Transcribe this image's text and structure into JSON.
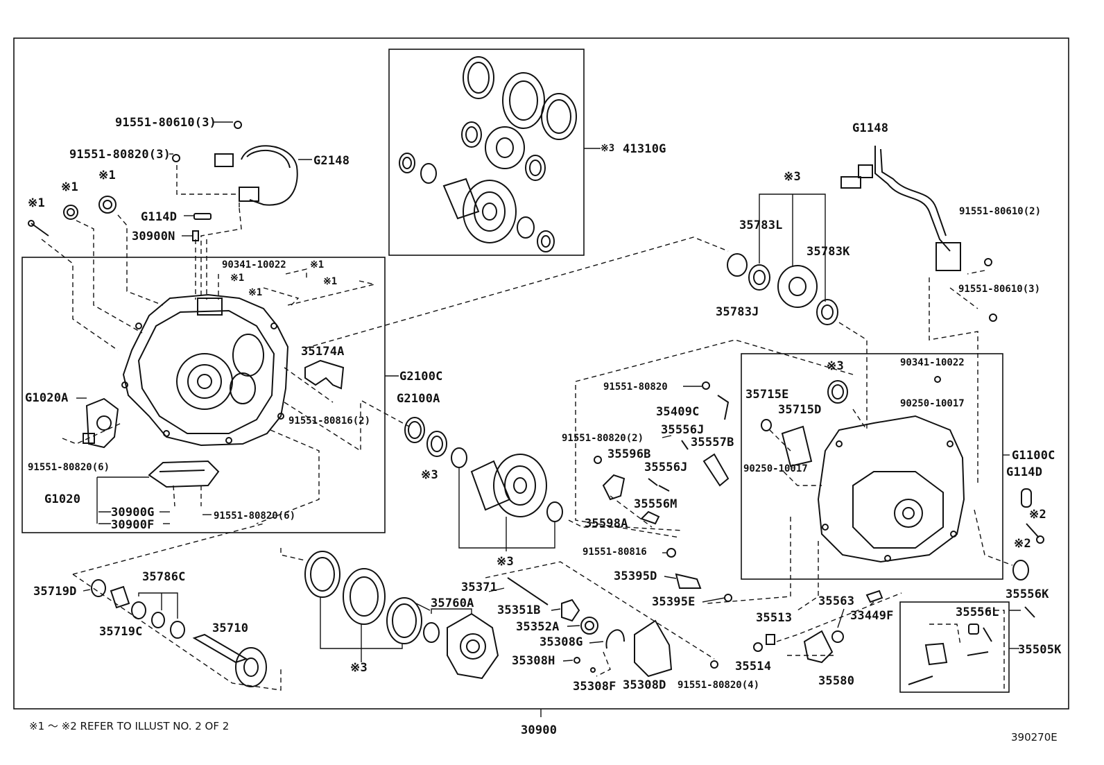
{
  "diagram": {
    "figure_code": "390270E",
    "assembly_number": "30900",
    "footnote": "※1 ～ ※2 REFER TO ILLUST NO. 2 OF 2",
    "parts": {
      "p_91551_80610_3a": "91551-80610(3)",
      "p_91551_80820_3": "91551-80820(3)",
      "p_g2148": "G2148",
      "p_g114d_a": "G114D",
      "p_30900n": "30900N",
      "p_90341_10022_a": "90341-10022",
      "p_x1_a": "※1",
      "p_x1_b": "※1",
      "p_x1_c": "※1",
      "p_x1_d": "※1",
      "p_x1_e": "※1",
      "p_x1_f": "※1",
      "p_x1_g": "※1",
      "p_35174a": "35174A",
      "p_g2100c": "G2100C",
      "p_g1020a": "G1020A",
      "p_91551_80816_2": "91551-80816(2)",
      "p_91551_80820_6a": "91551-80820(6)",
      "p_g1020": "G1020",
      "p_30900g": "30900G",
      "p_30900f": "30900F",
      "p_91551_80820_6b": "91551-80820(6)",
      "p_x3_41310g": "※3",
      "p_41310g": "41310G",
      "p_g2100a": "G2100A",
      "p_x3_a": "※3",
      "p_x3_b": "※3",
      "p_g1148": "G1148",
      "p_x3_c": "※3",
      "p_35783l": "35783L",
      "p_35783k": "35783K",
      "p_35783j": "35783J",
      "p_91551_80610_2": "91551-80610(2)",
      "p_91551_80610_3b": "91551-80610(3)",
      "p_91551_80820_a": "91551-80820",
      "p_35409c": "35409C",
      "p_35556j_a": "35556J",
      "p_91551_80820_2": "91551-80820(2)",
      "p_35557b": "35557B",
      "p_35596b": "35596B",
      "p_35556j_b": "35556J",
      "p_35556m": "35556M",
      "p_35598a": "35598A",
      "p_35715e": "35715E",
      "p_35715d": "35715D",
      "p_x3_d": "※3",
      "p_90341_10022_b": "90341-10022",
      "p_90250_10017_a": "90250-10017",
      "p_90250_10017_b": "90250-10017",
      "p_g1100c": "G1100C",
      "p_g114d_b": "G114D",
      "p_x2_a": "※2",
      "p_x2_b": "※2",
      "p_91551_80816": "91551-80816",
      "p_35395d": "35395D",
      "p_35395e": "35395E",
      "p_35556k": "35556K",
      "p_35719d": "35719D",
      "p_35786c": "35786C",
      "p_35719c": "35719C",
      "p_35710": "35710",
      "p_35371": "35371",
      "p_35760a": "35760A",
      "p_35351b": "35351B",
      "p_35352a": "35352A",
      "p_35308g": "35308G",
      "p_35308h": "35308H",
      "p_35308f": "35308F",
      "p_35308d": "35308D",
      "p_91551_80820_4": "91551-80820(4)",
      "p_x3_e": "※3",
      "p_35513": "35513",
      "p_35514": "35514",
      "p_35563": "35563",
      "p_33449f": "33449F",
      "p_35580": "35580",
      "p_35556l": "35556L",
      "p_35505k": "35505K"
    }
  }
}
